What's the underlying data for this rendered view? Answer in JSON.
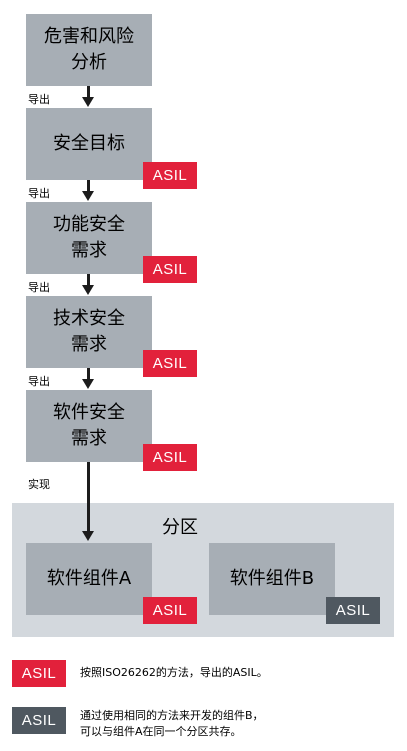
{
  "steps": [
    {
      "lines": [
        "危害和风险",
        "分析"
      ]
    },
    {
      "lines": [
        "安全目标"
      ],
      "badge": "ASIL"
    },
    {
      "lines": [
        "功能安全",
        "需求"
      ],
      "badge": "ASIL"
    },
    {
      "lines": [
        "技术安全",
        "需求"
      ],
      "badge": "ASIL"
    },
    {
      "lines": [
        "软件安全",
        "需求"
      ],
      "badge": "ASIL"
    }
  ],
  "arrows": {
    "derive_label": "导出",
    "implement_label": "实现"
  },
  "partition": {
    "title": "分区",
    "component_a": {
      "label": "软件组件A",
      "badge": "ASIL"
    },
    "component_b": {
      "label": "软件组件B",
      "badge": "ASIL"
    }
  },
  "legend": [
    {
      "badge": "ASIL",
      "text": "按照ISO26262的方法，导出的ASIL。",
      "color": "#e2213b"
    },
    {
      "badge": "ASIL",
      "text_lines": [
        "通过使用相同的方法来开发的组件B，",
        "可以与组件A在同一个分区共存。"
      ],
      "color": "#4f5860"
    }
  ],
  "colors": {
    "box": "#a7aeb5",
    "asil_red": "#e2213b",
    "asil_dark": "#4f5860",
    "partition_bg": "#d3d8dd"
  }
}
